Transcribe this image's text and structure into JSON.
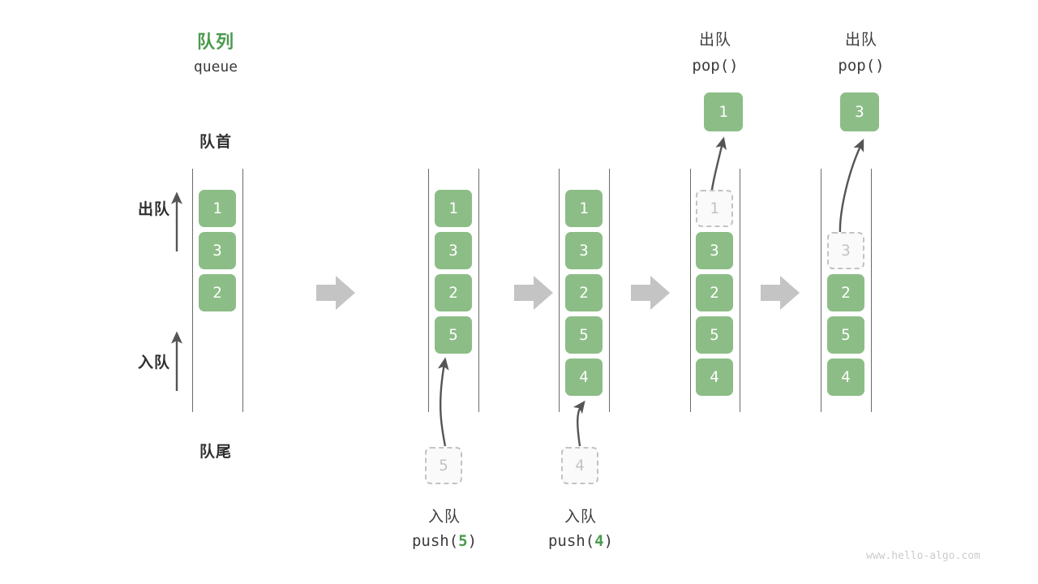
{
  "diagram": {
    "title_cn": "队列",
    "title_en": "queue",
    "front_label": "队首",
    "rear_label": "队尾",
    "dequeue_axis_label": "出队",
    "enqueue_axis_label": "入队",
    "watermark": "www.hello-algo.com",
    "accent_green": "#4a9b4e",
    "box_green": "#8cbd86",
    "ghost_gray": "#c3c3c3",
    "arrow_gray": "#555555",
    "flow_arrow_gray": "#c4c4c4"
  },
  "columns": [
    {
      "id": "initial",
      "caption_cn": "",
      "caption_code": "",
      "items": [
        "1",
        "3",
        "2"
      ],
      "ghost_index": -1,
      "popped_value": ""
    },
    {
      "id": "push-5",
      "caption_cn": "入队",
      "caption_code_prefix": "push(",
      "caption_code_num": "5",
      "caption_code_suffix": ")",
      "items": [
        "1",
        "3",
        "2",
        "5"
      ],
      "incoming_value": "5",
      "ghost_index": -1,
      "popped_value": ""
    },
    {
      "id": "push-4",
      "caption_cn": "入队",
      "caption_code_prefix": "push(",
      "caption_code_num": "4",
      "caption_code_suffix": ")",
      "items": [
        "1",
        "3",
        "2",
        "5",
        "4"
      ],
      "incoming_value": "4",
      "ghost_index": -1,
      "popped_value": ""
    },
    {
      "id": "pop-1",
      "header_cn": "出队",
      "header_code": "pop()",
      "items": [
        "1",
        "3",
        "2",
        "5",
        "4"
      ],
      "ghost_index": 0,
      "popped_value": "1"
    },
    {
      "id": "pop-3",
      "header_cn": "出队",
      "header_code": "pop()",
      "items": [
        "",
        "3",
        "2",
        "5",
        "4"
      ],
      "ghost_index": 1,
      "popped_value": "3"
    }
  ],
  "icons": {
    "flow_arrow": "flow-arrow-right-icon",
    "up_arrow": "up-arrow-icon",
    "curved_arrow": "curved-arrow-icon"
  }
}
